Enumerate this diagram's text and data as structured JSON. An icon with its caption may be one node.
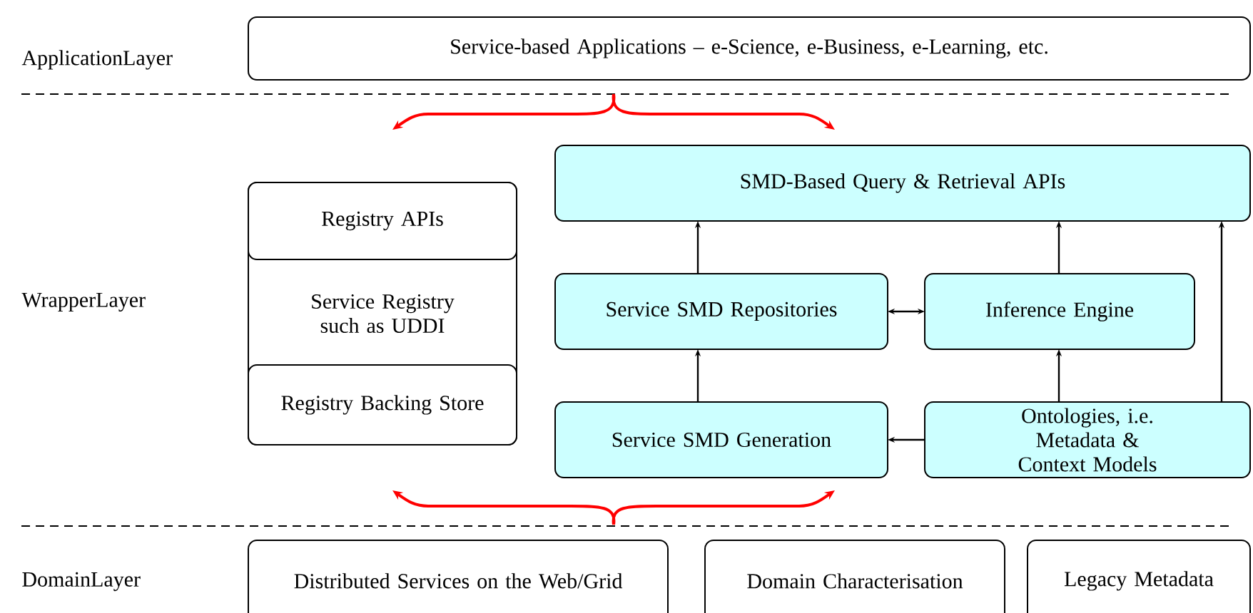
{
  "diagram": {
    "nodes": [
      {
        "text": [
          "Service-based Applications – e-Science, e-Business, e-Learning, etc."
        ]
      },
      {
        "text": [
          "Service Registry such as UDDI"
        ]
      },
      {
        "text": [
          "Registry APIs"
        ],
        "in": 1
      },
      {
        "text": [
          "Registry Backing Store"
        ],
        "in": 1
      },
      {
        "text": [
          "SMD-Based Query & Retrieval APIs"
        ]
      },
      {
        "text": [
          "Service SMD Repositories"
        ]
      },
      {
        "text": [
          "Inference Engine"
        ]
      },
      {
        "text": [
          "Service SMD Generation"
        ]
      },
      {
        "text": [
          "Ontologies, i.e. Metadata & Context Models"
        ]
      },
      {
        "text": [
          "Distributed Services on the Web/Grid"
        ]
      },
      {
        "text": [
          "Domain Characterisation"
        ]
      },
      {
        "text": [
          "Legacy Metadata"
        ]
      }
    ],
    "edges": [
      {
        "from": 5,
        "to": 4,
        "arrow": "to"
      },
      {
        "from": 5,
        "to": 6,
        "arrow": "both"
      },
      {
        "from": 6,
        "to": 4,
        "arrow": "to"
      },
      {
        "from": 7,
        "to": 5,
        "arrow": "to"
      },
      {
        "from": 8,
        "to": 7,
        "arrow": "to"
      },
      {
        "from": 8,
        "to": 6,
        "arrow": "to"
      },
      {
        "from": 8,
        "to": 4,
        "arrow": "to"
      }
    ],
    "labels": [
      "ApplicationLayer",
      "WrapperLayer",
      "DomainLayer"
    ]
  }
}
